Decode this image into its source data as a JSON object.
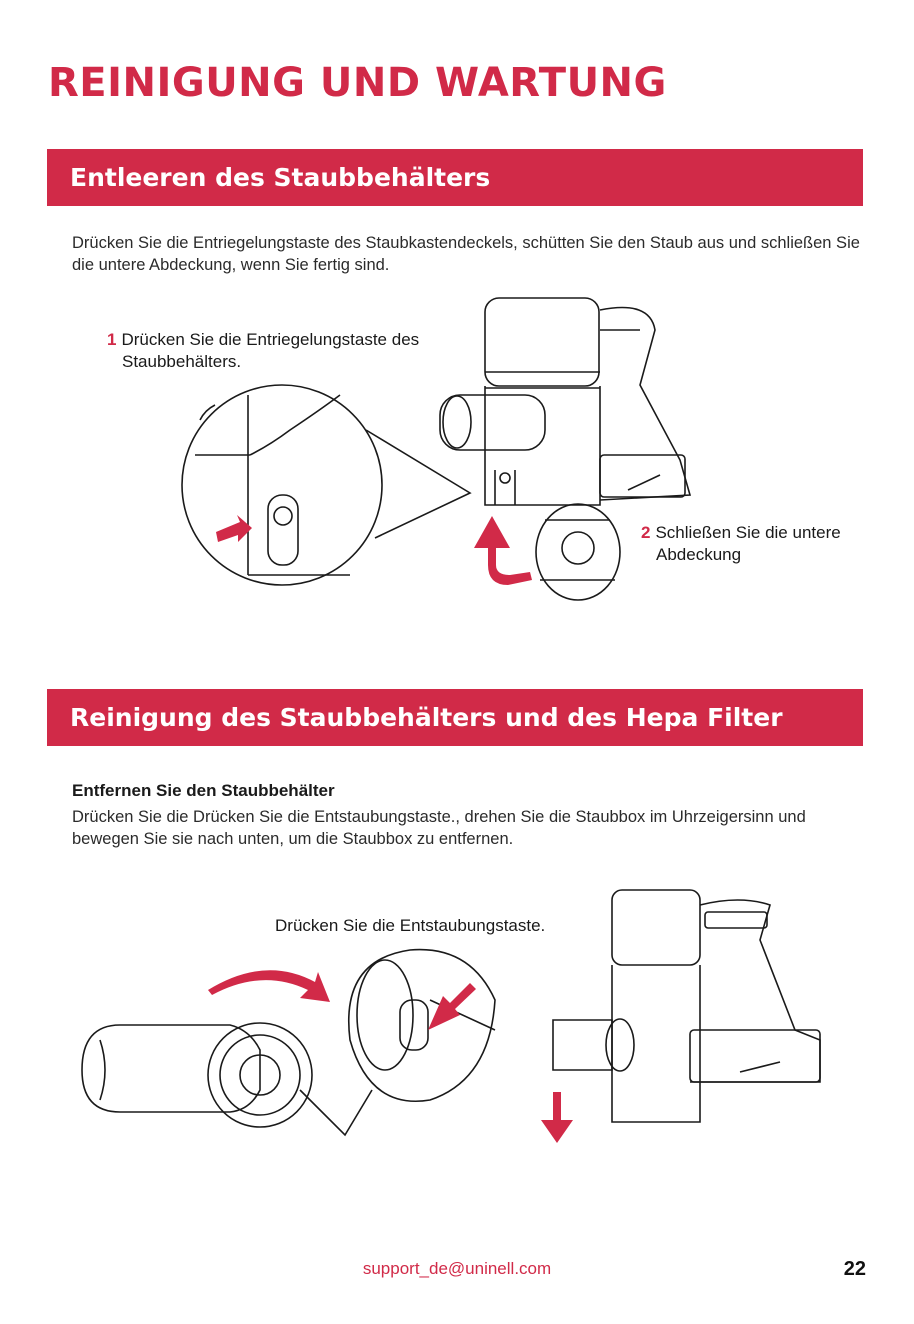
{
  "page": {
    "title": "REINIGUNG UND WARTUNG",
    "accent_color": "#d12a48"
  },
  "section1": {
    "heading": "Entleeren des Staubbehälters",
    "text": "Drücken Sie die Entriegelungstaste des Staubkastendeckels, schütten Sie den Staub aus und schließen Sie die untere Abdeckung, wenn Sie fertig sind.",
    "step1": {
      "number": "1",
      "line1": "Drücken Sie die Entriegelungstaste des",
      "line2": "Staubbehälters."
    },
    "step2": {
      "number": "2",
      "line1": "Schließen Sie die untere",
      "line2": "Abdeckung"
    }
  },
  "section2": {
    "heading": "Reinigung des Staubbehälters und des Hepa Filter",
    "subheading": "Entfernen Sie den Staubbehälter",
    "text": "Drücken Sie die Drücken Sie die Entstaubungstaste., drehen Sie die Staubbox im Uhrzeigersinn und bewegen Sie sie nach unten, um die Staubbox zu entfernen.",
    "callout": "Drücken Sie die Entstaubungstaste."
  },
  "footer": {
    "email": "support_de@uninell.com",
    "page_number": "22"
  },
  "icons": [
    "arrow-right-icon",
    "curved-arrow-up-icon",
    "curved-arrow-right-icon",
    "arrow-down-icon",
    "arrow-press-icon"
  ]
}
